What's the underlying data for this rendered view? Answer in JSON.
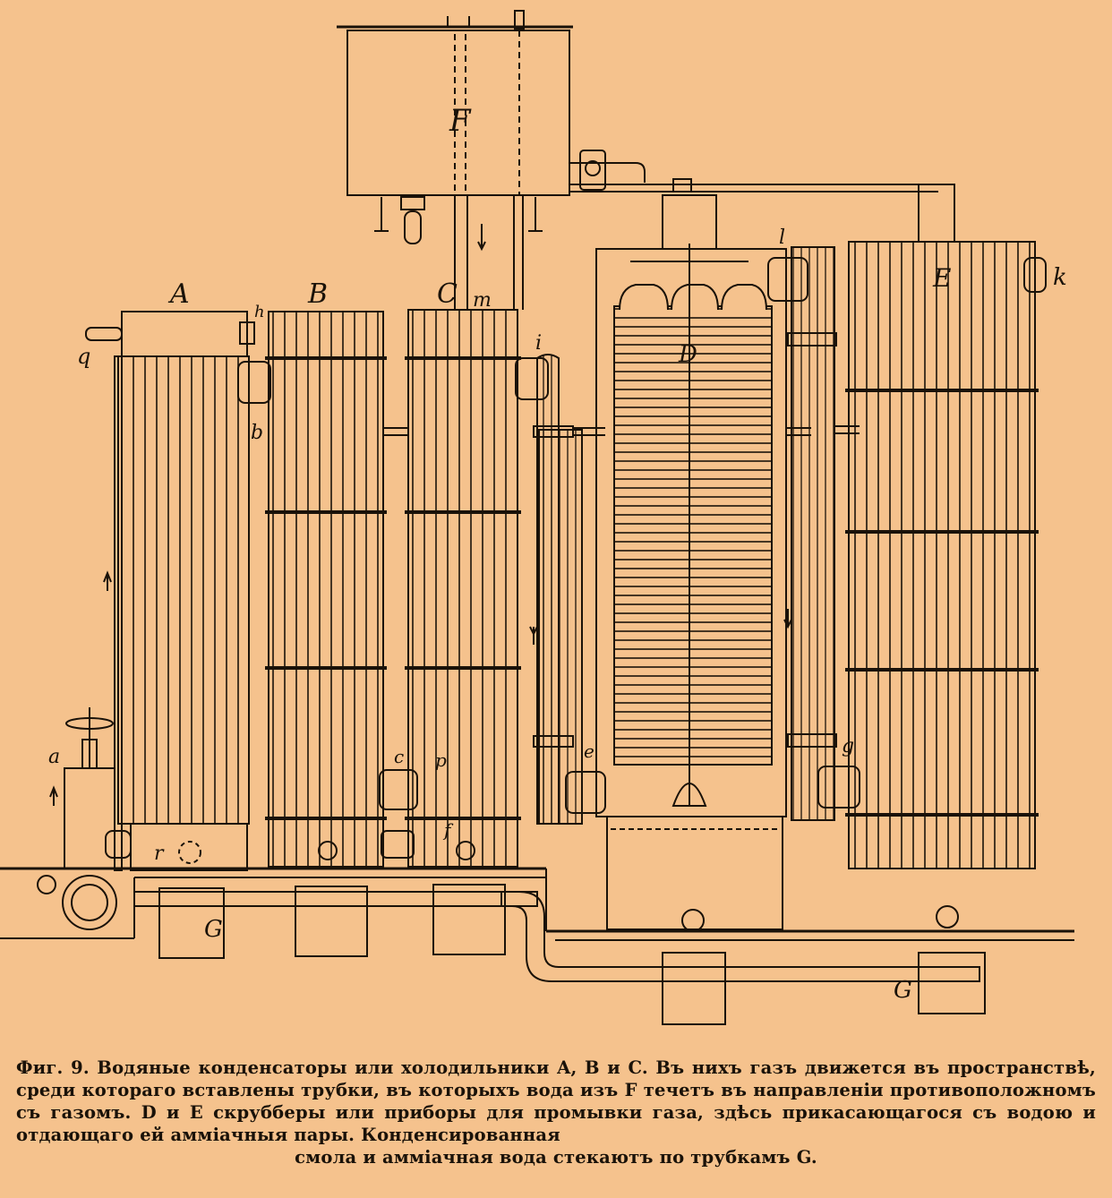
{
  "labels": {
    "F": "F",
    "A": "A",
    "B": "B",
    "C": "C",
    "D": "D",
    "E": "E",
    "G_left": "G",
    "G_right": "G",
    "a": "a",
    "b": "b",
    "c": "c",
    "e": "e",
    "f": "f",
    "g": "g",
    "h": "h",
    "i": "i",
    "k": "k",
    "l": "l",
    "m": "m",
    "p": "p",
    "q": "q",
    "r": "r"
  },
  "caption": {
    "fig": "Фиг. 9.",
    "text": "Водяные конденсаторы или холодильники A, B и C. Въ нихъ газъ движется въ пространствѣ, среди котораго вставлены трубки, въ которыхъ вода изъ F течетъ въ направленіи противоположномъ съ газомъ. D и E скрубберы или приборы для промывки газа, здѣсь прикасающагося съ водою и отдающаго ей амміачныя пары. Конденсированная",
    "last": "смола и амміачная вода стекаютъ по трубкамъ G."
  }
}
